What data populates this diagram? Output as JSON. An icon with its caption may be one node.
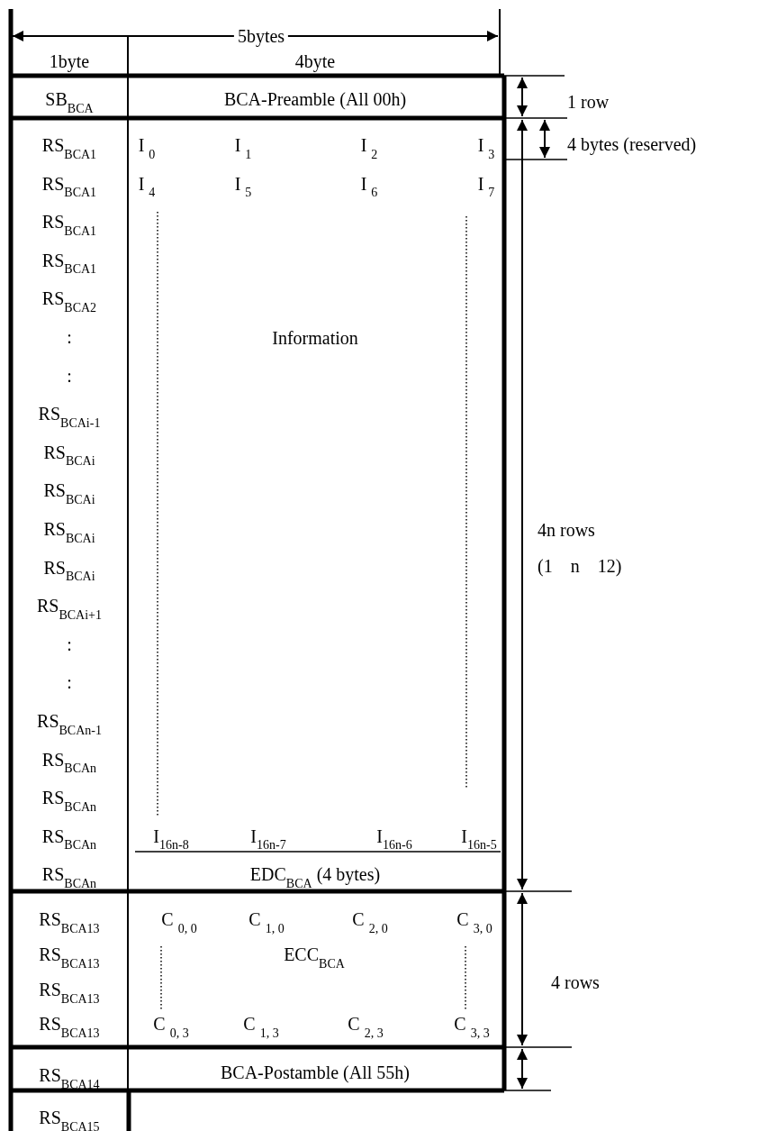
{
  "diagram": {
    "labels": [
      "5bytes",
      "1byte",
      "4byte",
      "SB$_{BCA}$",
      "BCA-Preamble (All 00h)",
      "1 row",
      "RS$_{BCA1}$",
      "I $_{0}$",
      "I $_{1}$",
      "I $_{2}$",
      "I $_{3}$",
      "4 bytes (reserved)",
      "RS$_{BCA1}$",
      "I $_{4}$",
      "I $_{5}$",
      "I $_{6}$",
      "I $_{7}$",
      "RS$_{BCA1}$",
      "RS$_{BCA1}$",
      "RS$_{BCA2}$",
      ":",
      "Information",
      ":",
      "RS$_{BCAi-1}$",
      "RS$_{BCAi}$",
      "RS$_{BCAi}$",
      "RS$_{BCAi}$",
      "4n rows",
      "RS$_{BCAi}$",
      "(1    n    12)",
      "RS$_{BCAi+1}$",
      ":",
      ":",
      "RS$_{BCAn-1}$",
      "RS$_{BCAn}$",
      "RS$_{BCAn}$",
      "RS$_{BCAn}$",
      "I$_{16n-8}$",
      "I$_{16n-7}$",
      "I$_{16n-6}$",
      "I$_{16n-5}$",
      "RS$_{BCAn}$",
      "EDC$_{BCA}$ (4 bytes)",
      "RS$_{BCA13}$",
      "C $_{0, 0}$",
      "C $_{1, 0}$",
      "C $_{2, 0}$",
      "C $_{3, 0}$",
      "RS$_{BCA13}$",
      "ECC$_{BCA}$",
      "RS$_{BCA13}$",
      "4 rows",
      "RS$_{BCA13}$",
      "C $_{0, 3}$",
      "C $_{1, 3}$",
      "C $_{2, 3}$",
      "C $_{3, 3}$",
      "RS$_{BCA14}$",
      "BCA-Postamble (All 55h)",
      "RS$_{BCA15}$"
    ]
  }
}
